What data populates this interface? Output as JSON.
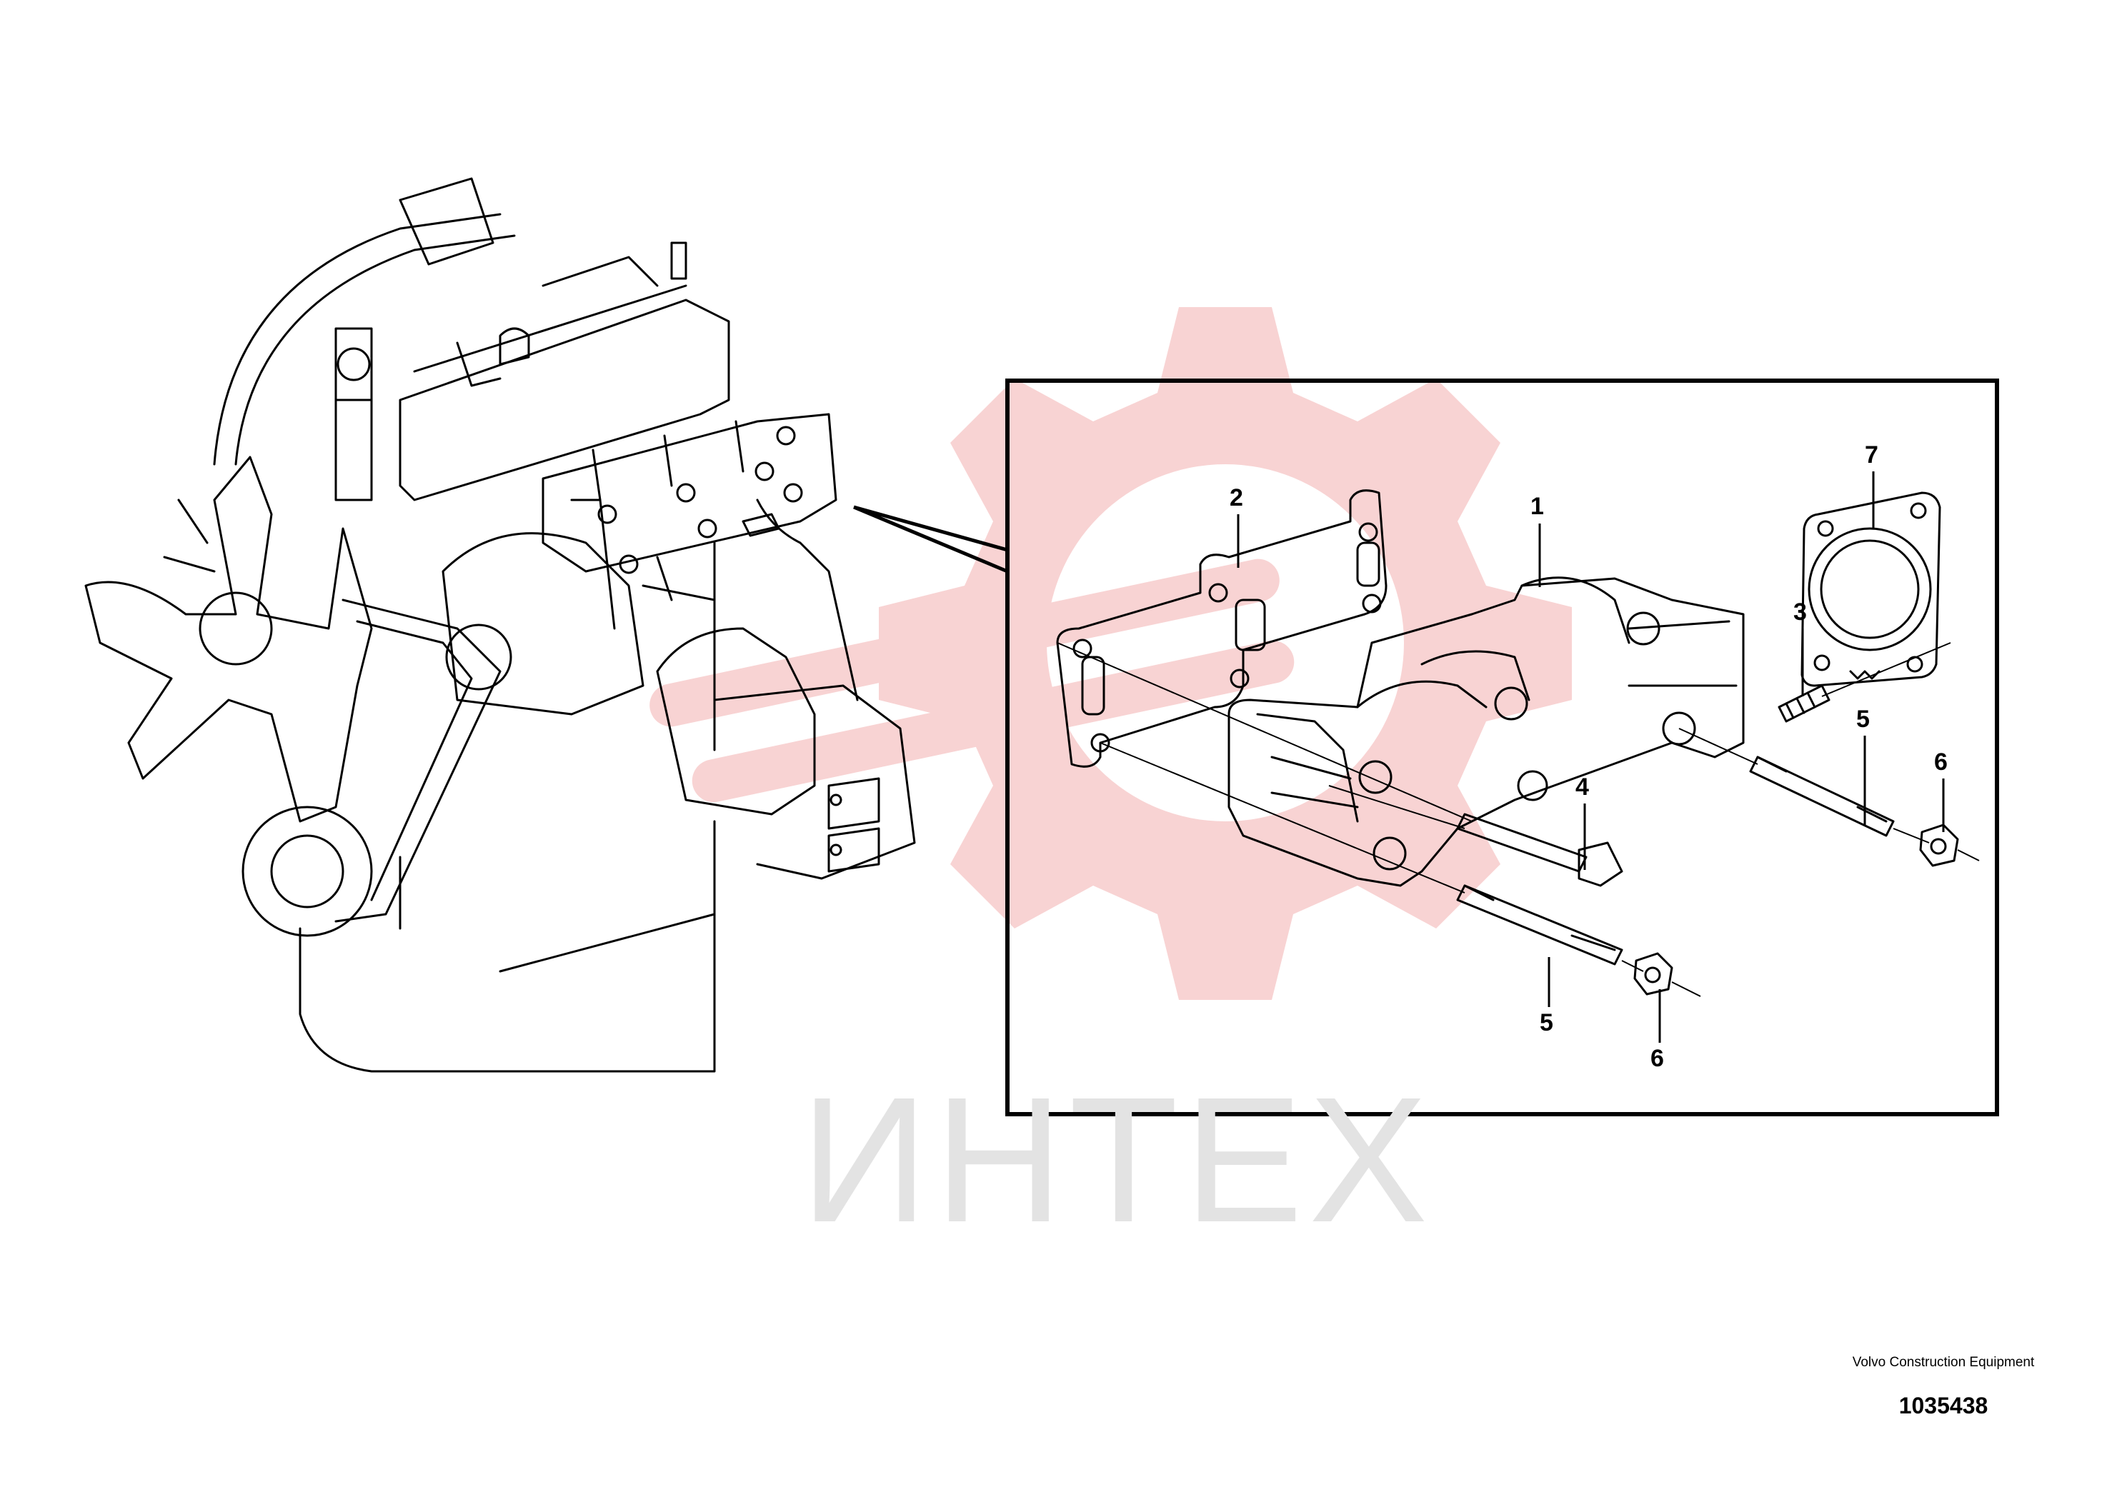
{
  "callouts": [
    {
      "id": "1",
      "label": "1"
    },
    {
      "id": "2",
      "label": "2"
    },
    {
      "id": "3",
      "label": "3"
    },
    {
      "id": "4",
      "label": "4"
    },
    {
      "id": "5a",
      "label": "5"
    },
    {
      "id": "5b",
      "label": "5"
    },
    {
      "id": "6a",
      "label": "6"
    },
    {
      "id": "6b",
      "label": "6"
    },
    {
      "id": "7",
      "label": "7"
    }
  ],
  "watermark": {
    "text": "ИНТЕХ",
    "color": "#f5c2c2"
  },
  "footer": {
    "brand": "Volvo Construction Equipment",
    "part_number": "1035438"
  },
  "colors": {
    "line": "#000000",
    "watermark_gear": "#f7cccc",
    "watermark_text": "#e3e3e3"
  }
}
